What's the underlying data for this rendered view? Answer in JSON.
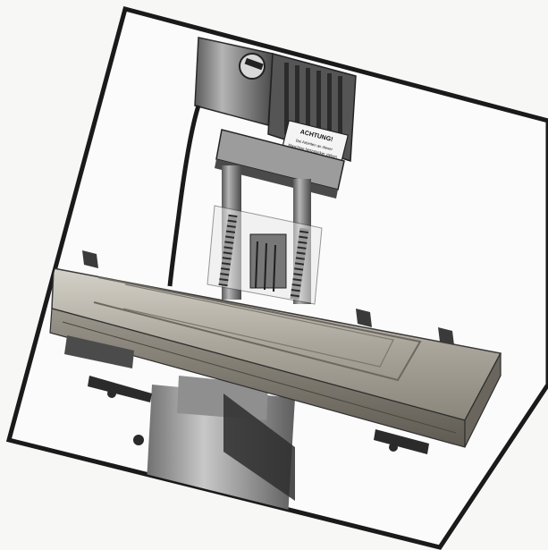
{
  "photo": {
    "warning_label": {
      "heading": "ACHTUNG!",
      "line1": "Bei Arbeiten an dieser",
      "line2": "Maschine Netzstecker ziehen"
    }
  },
  "colors": {
    "paper": "#f7f7f5",
    "frame_border": "#1a1a1a",
    "photo_background": "#fbfbfb",
    "machine_gray": "#8a8a8a",
    "machine_dark": "#3a3a3a",
    "wood_frame": "#b9b6ad"
  }
}
